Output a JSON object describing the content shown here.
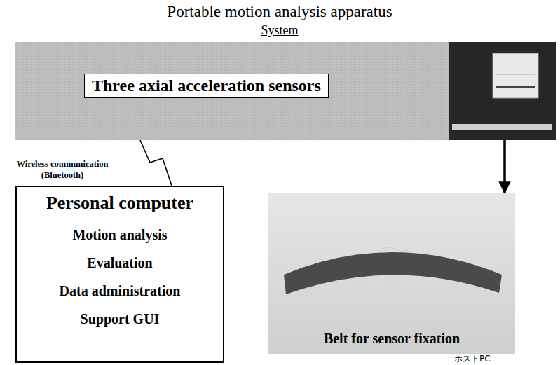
{
  "diagram": {
    "title": "Portable motion analysis apparatus",
    "nodes": [
      {
        "text": [
          "Three axial acceleration sensors"
        ]
      },
      {
        "text": [
          "Personal computer",
          "Motion analysis",
          "Evaluation",
          "Data administration",
          "Support GUI"
        ]
      },
      {
        "text": [
          "Belt for sensor fixation"
        ]
      }
    ],
    "edges": [
      {
        "from": 0,
        "to": 1,
        "label": "Wireless communication (Bluetooth)",
        "arrow": "none"
      },
      {
        "from": 0,
        "to": 2,
        "arrow": "to"
      }
    ],
    "labels": [
      "System",
      "ホストPC"
    ]
  }
}
